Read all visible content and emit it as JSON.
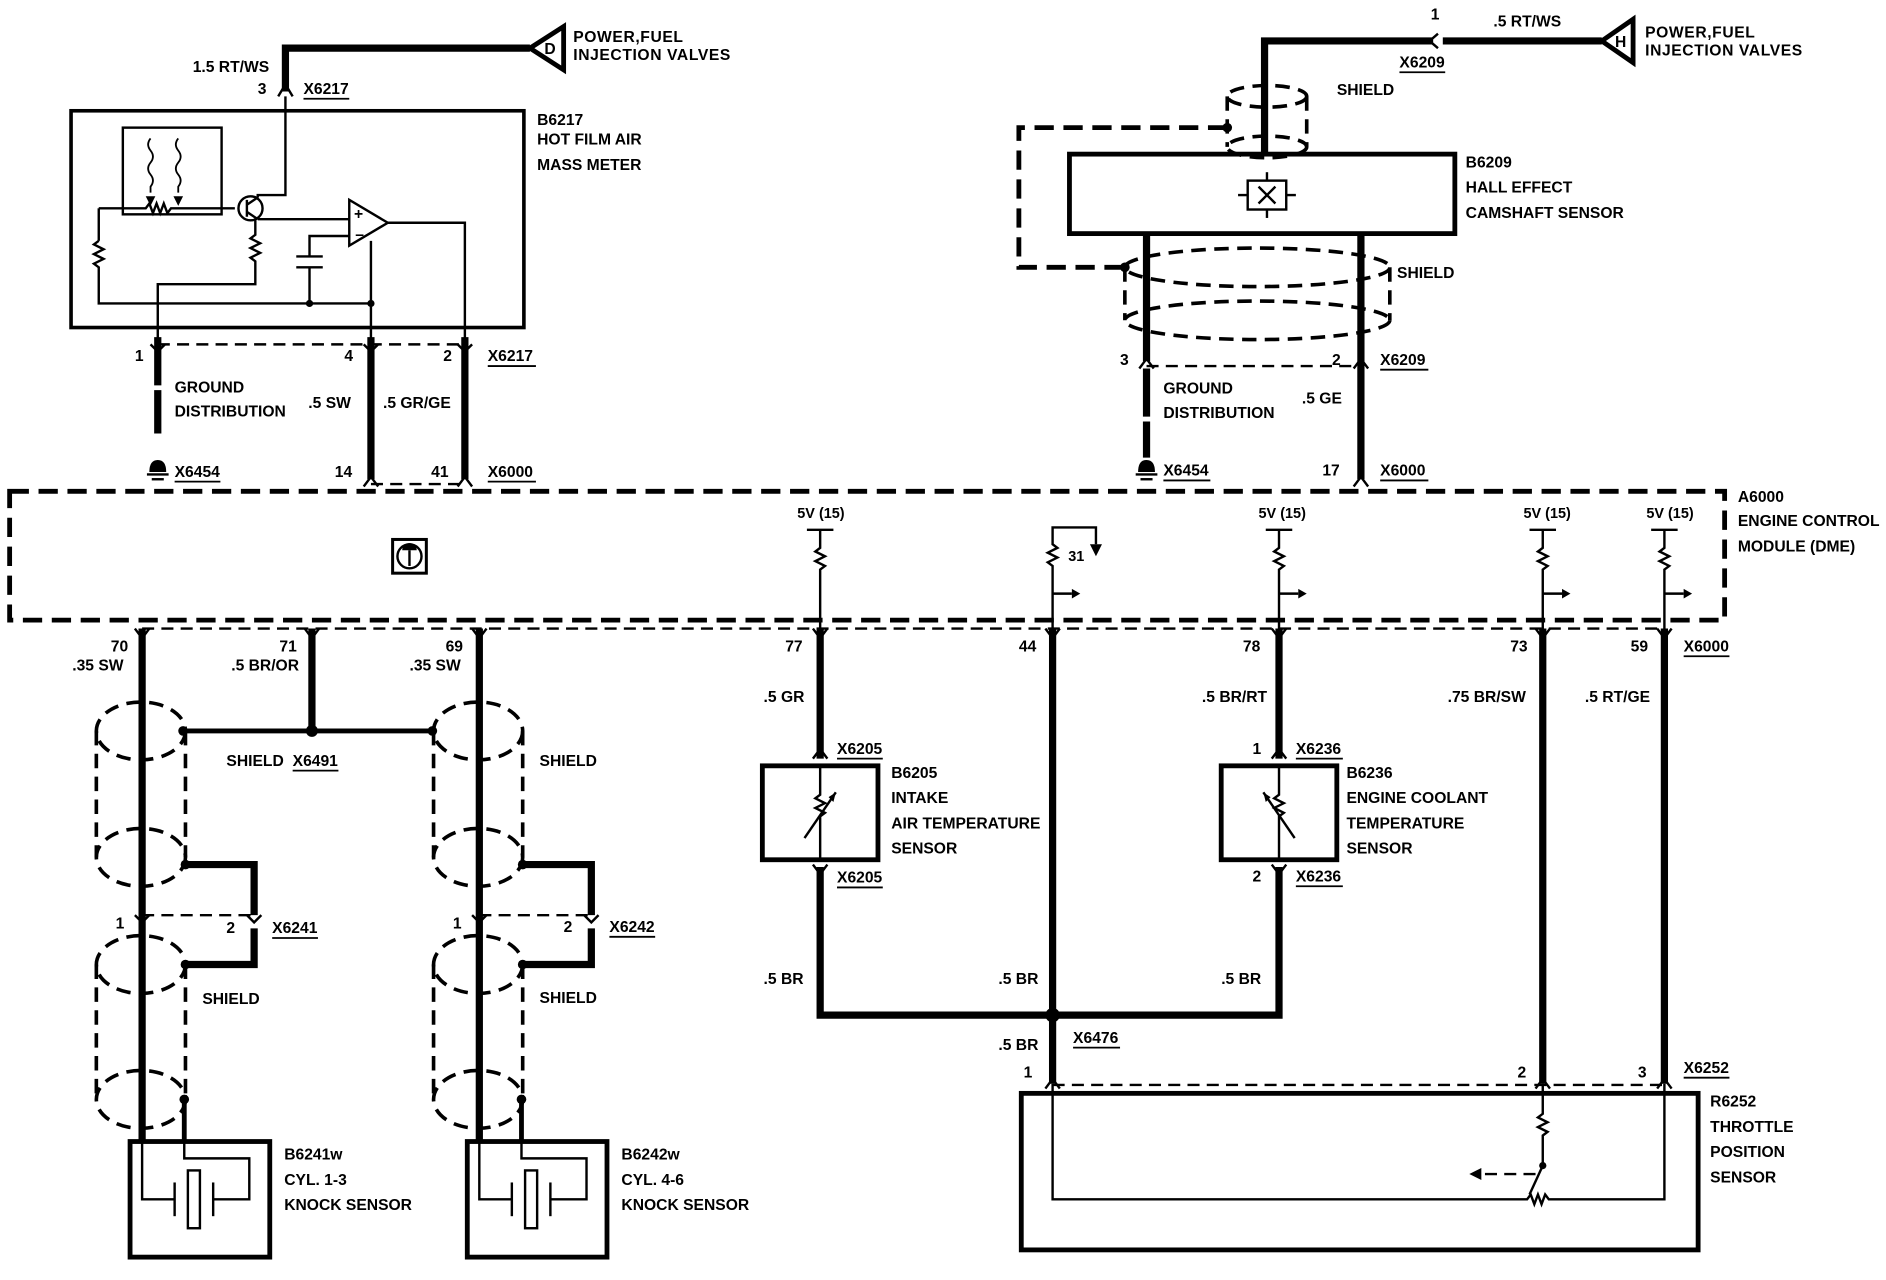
{
  "title": "Engine sensor wiring diagram",
  "colors": {
    "ink": "#000000",
    "background": "#ffffff"
  },
  "connectors": {
    "power_d": {
      "letter": "D",
      "label_line1": "POWER,FUEL",
      "label_line2": "INJECTION VALVES"
    },
    "power_h": {
      "letter": "H",
      "label_line1": "POWER,FUEL",
      "label_line2": "INJECTION VALVES"
    }
  },
  "maf": {
    "id": "B6217",
    "name_line1": "HOT FILM AIR",
    "name_line2": "MASS METER",
    "supply_wire": "1.5 RT/WS",
    "supply_pin": "3",
    "connector": "X6217",
    "pins": [
      "1",
      "4",
      "2"
    ],
    "ground_label_line1": "GROUND",
    "ground_label_line2": "DISTRIBUTION",
    "ground_connector": "X6454",
    "wire_pin4": ".5 SW",
    "wire_pin2": ".5 GR/GE",
    "ecm_pins": [
      "14",
      "41"
    ],
    "ecm_connector": "X6000"
  },
  "cam": {
    "id": "B6209",
    "name_line1": "HALL EFFECT",
    "name_line2": "CAMSHAFT SENSOR",
    "supply_pin": "1",
    "supply_wire": ".5 RT/WS",
    "connector": "X6209",
    "shield_label": "SHIELD",
    "shield_label_2": "SHIELD",
    "pins": [
      "3",
      "2"
    ],
    "ground_label_line1": "GROUND",
    "ground_label_line2": "DISTRIBUTION",
    "ground_connector": "X6454",
    "wire_pin2": ".5 GE",
    "ecm_pin": "17",
    "ecm_connector": "X6000"
  },
  "ecm": {
    "id": "A6000",
    "name_line1": "ENGINE CONTROL",
    "name_line2": "MODULE (DME)",
    "supply_label": "5V (15)",
    "ground_pin_label": "31",
    "connector": "X6000"
  },
  "knock": {
    "pins_top": [
      "70",
      "71",
      "69"
    ],
    "wire_70": ".35 SW",
    "wire_71": ".5 BR/OR",
    "wire_69": ".35 SW",
    "splice": "X6491",
    "shield_label": "SHIELD",
    "sensor1": {
      "id": "B6241w",
      "cyl": "CYL. 1-3",
      "name": "KNOCK SENSOR",
      "connector": "X6241",
      "pins": [
        "1",
        "2"
      ]
    },
    "sensor2": {
      "id": "B6242w",
      "cyl": "CYL. 4-6",
      "name": "KNOCK SENSOR",
      "connector": "X6242",
      "pins": [
        "1",
        "2"
      ]
    }
  },
  "iat": {
    "ecm_pin": "77",
    "wire": ".5 GR",
    "connector": "X6205",
    "id": "B6205",
    "name_line1": "INTAKE",
    "name_line2": "AIR TEMPERATURE",
    "name_line3": "SENSOR",
    "return_wire": ".5 BR"
  },
  "ground44": {
    "ecm_pin": "44",
    "wire": ".5 BR",
    "splice": "X6476",
    "wire_below": ".5 BR"
  },
  "ect": {
    "ecm_pin": "78",
    "wire": ".5 BR/RT",
    "connector": "X6236",
    "pins": [
      "1",
      "2"
    ],
    "id": "B6236",
    "name_line1": "ENGINE COOLANT",
    "name_line2": "TEMPERATURE",
    "name_line3": "SENSOR",
    "return_wire": ".5 BR"
  },
  "tps": {
    "ecm_pins": [
      "73",
      "59"
    ],
    "wire_73": ".75 BR/SW",
    "wire_59": ".5 RT/GE",
    "ecm_connector": "X6000",
    "connector": "X6252",
    "pins": [
      "1",
      "2",
      "3"
    ],
    "id": "R6252",
    "name_line1": "THROTTLE",
    "name_line2": "POSITION",
    "name_line3": "SENSOR"
  }
}
